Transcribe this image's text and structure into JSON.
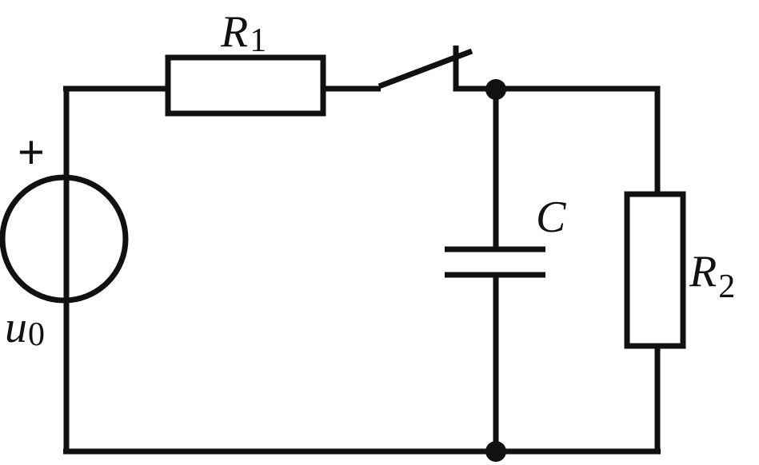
{
  "diagram": {
    "labels": {
      "r1_main": "R",
      "r1_sub": "1",
      "r2_main": "R",
      "r2_sub": "2",
      "c": "C",
      "u0_main": "u",
      "u0_sub": "0",
      "plus": "+"
    },
    "components": [
      {
        "id": "voltage-source",
        "label": "u0"
      },
      {
        "id": "resistor-r1",
        "label": "R1"
      },
      {
        "id": "switch",
        "label": ""
      },
      {
        "id": "capacitor-c",
        "label": "C"
      },
      {
        "id": "resistor-r2",
        "label": "R2"
      }
    ],
    "colors": {
      "line": "#111111",
      "background": "#ffffff"
    }
  }
}
